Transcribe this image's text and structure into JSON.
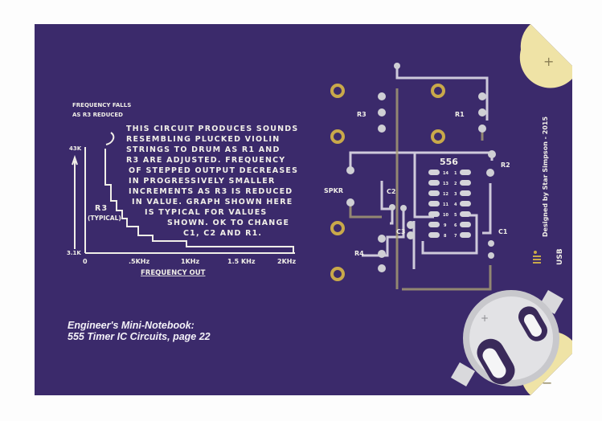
{
  "board": {
    "colors": {
      "soldermask": "#3b2a6b",
      "trace": "#4a3a7f",
      "silkscreen": "#f1efe8",
      "gold": "#efe3a6",
      "pad": "#c9a94a"
    },
    "credit": "Designed by Star Simpson - 2015",
    "usb_label": "USB",
    "plus_label": "+",
    "minus_label": "−",
    "battery_plus": "+"
  },
  "caption": {
    "line1": "Engineer's Mini-Notebook:",
    "line2": "555 Timer IC Circuits, page 22"
  },
  "notes": {
    "annotation_line1": "FREQUENCY FALLS",
    "annotation_line2": "AS R3 REDUCED",
    "description": [
      "THIS CIRCUIT PRODUCES SOUNDS",
      "RESEMBLING PLUCKED VIOLIN",
      "STRINGS TO DRUM AS R1 AND",
      "R3 ARE ADJUSTED. FREQUENCY",
      "OF STEPPED OUTPUT DECREASES",
      "IN PROGRESSIVELY SMALLER",
      "INCREMENTS AS R3 IS REDUCED",
      "IN VALUE. GRAPH SHOWN HERE",
      "IS TYPICAL FOR VALUES",
      "SHOWN. OK TO CHANGE",
      "C1, C2 AND R1."
    ]
  },
  "graph": {
    "y_top_label": "43K",
    "y_bottom_label": "3.1K",
    "y_axis_label": "R3",
    "y_axis_sublabel": "(TYPICAL)",
    "x_ticks": [
      "0",
      ".5KHz",
      "1KHz",
      "1.5 KHz",
      "2KHz"
    ],
    "x_axis_label": "FREQUENCY OUT"
  },
  "schematic": {
    "ic_label": "556",
    "pins_left": [
      "14",
      "13",
      "12",
      "11",
      "10",
      "9",
      "8"
    ],
    "pins_right": [
      "1",
      "2",
      "3",
      "4",
      "5",
      "6",
      "7"
    ],
    "components": {
      "r1": "R1",
      "r2": "R2",
      "r3": "R3",
      "r4": "R4",
      "c1": "C1",
      "c2": "C2",
      "c3": "C3",
      "spkr": "SPKR"
    }
  }
}
